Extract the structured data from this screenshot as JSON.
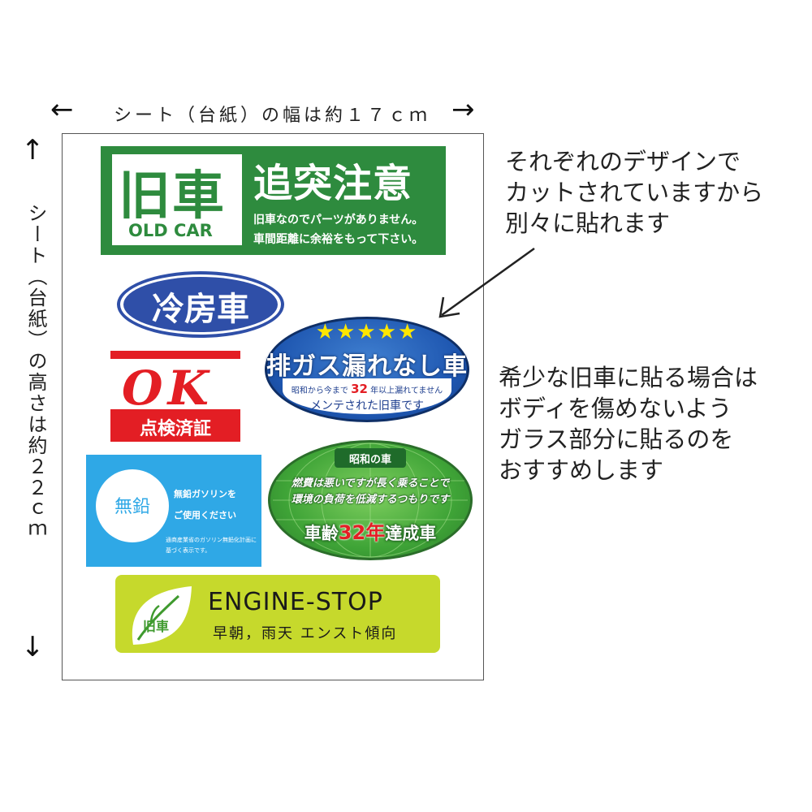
{
  "width_annotation": {
    "left_arrow": "←",
    "label": "シート（台紙）の幅は約１７ｃｍ",
    "right_arrow": "→"
  },
  "height_annotation": {
    "up_arrow": "↑",
    "label": "シート（台紙）の高さは約２２ｃｍ",
    "down_arrow": "↓"
  },
  "stickers": {
    "old_car": {
      "kanji": "旧車",
      "english": "OLD CAR",
      "heading": "追突注意",
      "line1": "旧車なのでパーツがありません。",
      "line2": "車間距離に余裕をもって下さい。",
      "color": "#2e8b3e"
    },
    "reibo": {
      "text": "冷房車",
      "color": "#2f4fa8"
    },
    "ok": {
      "text": "OK",
      "bar_text": "点検済証",
      "color": "#e31e24"
    },
    "exhaust": {
      "stars": "★★★★★",
      "title": "排ガス漏れなし車",
      "sub_prefix": "昭和から今まで",
      "sub_number": "32",
      "sub_suffix": "年以上漏れてません",
      "sub2": "メンテされた旧車です"
    },
    "unleaded": {
      "circle_text": "無鉛",
      "line1": "無鉛ガソリンを",
      "line2": "ご使用ください",
      "note1": "通商産業省のガソリン無鉛化計画に",
      "note2": "基づく表示です。",
      "color": "#2fa8e6"
    },
    "showa": {
      "label": "昭和の車",
      "line1": "燃費は悪いですが長く乗ることで",
      "line2": "環境の負荷を低減するつもりです",
      "age_prefix": "車齢",
      "age_number": "32年",
      "age_suffix": "達成車"
    },
    "engine_stop": {
      "leaf_text": "旧車",
      "title": "ENGINE-STOP",
      "sub": "早朝，雨天 エンスト傾向",
      "color": "#c6d92c"
    }
  },
  "notes": {
    "cut_note": [
      "それぞれのデザインで",
      "カットされていますから",
      "別々に貼れます"
    ],
    "glass_note": [
      "希少な旧車に貼る場合は",
      "ボディを傷めないよう",
      "ガラス部分に貼るのを",
      "おすすめします"
    ]
  }
}
